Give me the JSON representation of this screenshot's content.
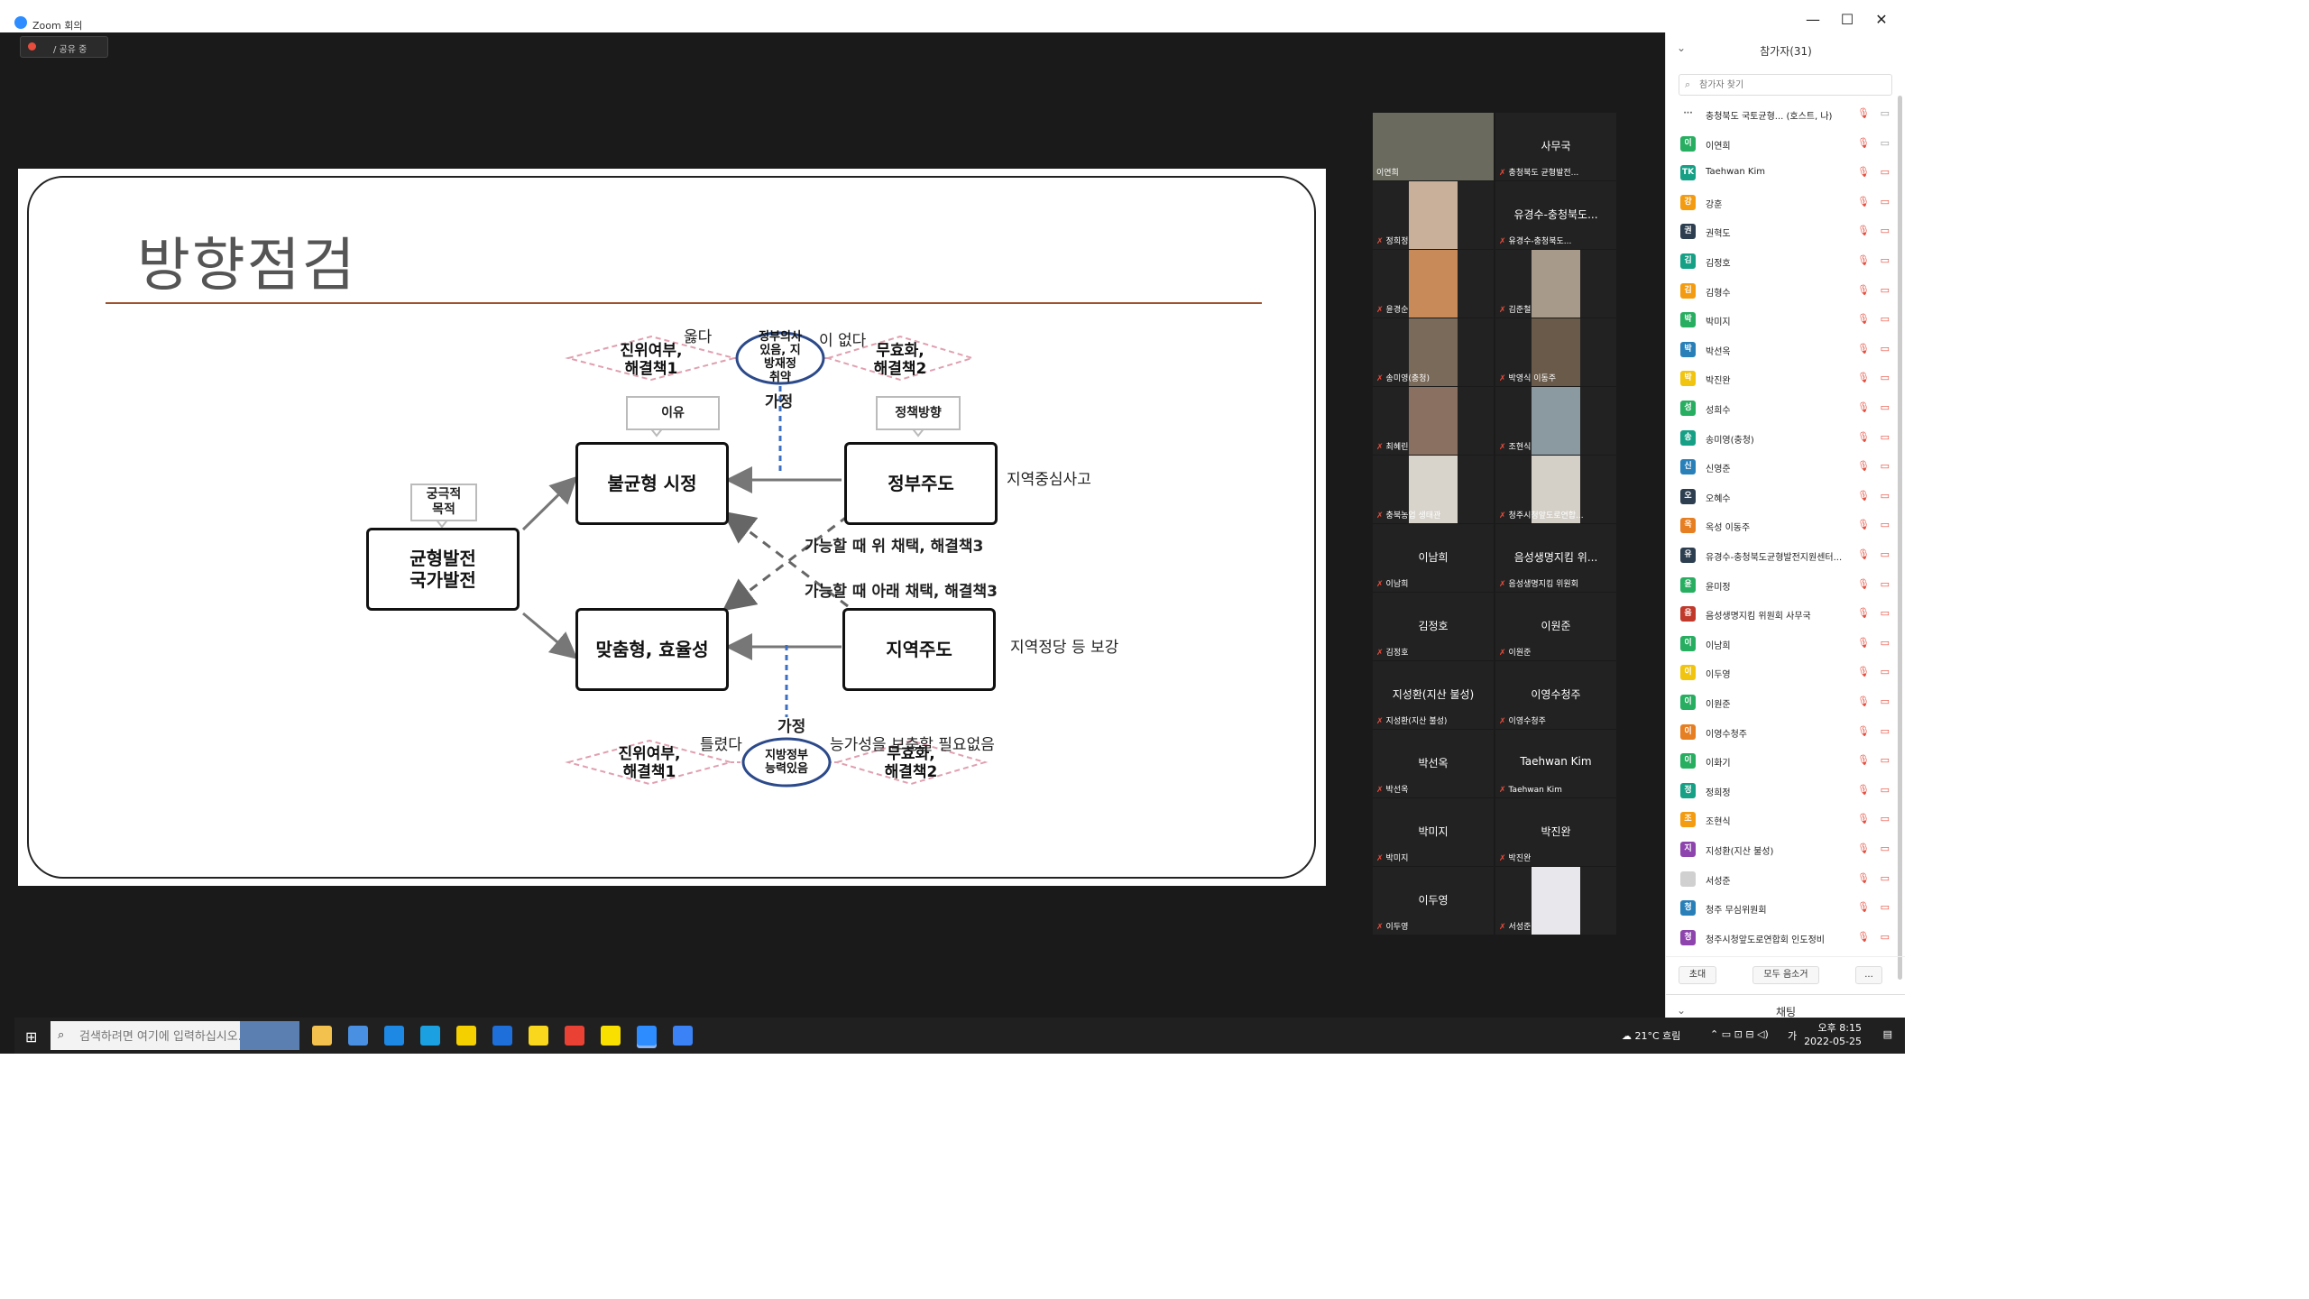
{
  "window": {
    "title": "Zoom 회의",
    "min": "—",
    "max": "☐",
    "close": "✕"
  },
  "share_bar": {
    "label": "/ 공유 중"
  },
  "slide": {
    "title": "방향점검",
    "nodes": {
      "balanced": "균형발전\n국가발전",
      "imbalance": "불균형 시정",
      "government": "정부주도",
      "tailored": "맞춤형, 효율성",
      "regional": "지역주도"
    },
    "callouts": {
      "ultimate": "궁극적\n목적",
      "reason": "이유",
      "policy": "정책방향"
    },
    "diamonds": {
      "top_left": "진위여부,\n해결책1",
      "top_right": "무효화,\n해결책2",
      "bottom_left": "진위여부,\n해결책1",
      "bottom_right": "무효화,\n해결책2"
    },
    "ellipses": {
      "top": "정부의사\n있음, 지\n방재정\n취약",
      "bottom": "지방정부\n능력있음"
    },
    "notes": {
      "top_small": "옳다",
      "top_small2": "이 없다",
      "top_assume": "가정",
      "gov_note": "지역중심사고",
      "regional_note": "지역정당 등 보강",
      "solve_up": "가능할 때 위 채택,   해결책3",
      "solve_down": "가능할 때 아래 채택, 해결책3",
      "bottom_assume": "가정",
      "wrong": "틀렸다",
      "bottom_note": "능가성을 보충할 필요없음"
    }
  },
  "gallery": [
    {
      "name": "",
      "label": "이연희",
      "muted": false,
      "active": true,
      "photo": "#6a6a5e"
    },
    {
      "name": "사무국",
      "label": "충청북도 균형발전...",
      "muted": true,
      "active": false,
      "photo": ""
    },
    {
      "name": "",
      "label": "정희정",
      "muted": true,
      "active": false,
      "photo": "#c9b09a"
    },
    {
      "name": "유경수-충청북도...",
      "label": "유경수-충청북도...",
      "muted": true,
      "active": false,
      "photo": ""
    },
    {
      "name": "",
      "label": "윤경순",
      "muted": true,
      "active": false,
      "photo": "#c98a5a"
    },
    {
      "name": "",
      "label": "김준철",
      "muted": true,
      "active": false,
      "photo": "#a89a8a"
    },
    {
      "name": "",
      "label": "송미영(충청)",
      "muted": true,
      "active": false,
      "photo": "#7a6a5a"
    },
    {
      "name": "",
      "label": "박영식 이동주",
      "muted": true,
      "active": false,
      "photo": "#6a5a4a"
    },
    {
      "name": "",
      "label": "최혜린",
      "muted": true,
      "active": false,
      "photo": "#8a7060"
    },
    {
      "name": "",
      "label": "조현식",
      "muted": true,
      "active": false,
      "photo": "#8a9aa0"
    },
    {
      "name": "",
      "label": "충북농업 생태관",
      "muted": true,
      "active": false,
      "photo": "#d8d4cc"
    },
    {
      "name": "",
      "label": "청주시청앞도로연합...",
      "muted": true,
      "active": false,
      "photo": "#d4d0c8"
    },
    {
      "name": "이남희",
      "label": "이남희",
      "muted": true,
      "active": false,
      "photo": ""
    },
    {
      "name": "음성생명지킴 위...",
      "label": "음성생명지킴 위원회",
      "muted": true,
      "active": false,
      "photo": ""
    },
    {
      "name": "김정호",
      "label": "김정호",
      "muted": true,
      "active": false,
      "photo": ""
    },
    {
      "name": "이원준",
      "label": "이원준",
      "muted": true,
      "active": false,
      "photo": ""
    },
    {
      "name": "지성환(지산 불성)",
      "label": "지성환(지산 불성)",
      "muted": true,
      "active": false,
      "photo": ""
    },
    {
      "name": "이영수청주",
      "label": "이영수청주",
      "muted": true,
      "active": false,
      "photo": ""
    },
    {
      "name": "박선옥",
      "label": "박선옥",
      "muted": true,
      "active": false,
      "photo": ""
    },
    {
      "name": "Taehwan Kim",
      "label": "Taehwan Kim",
      "muted": true,
      "active": false,
      "photo": ""
    },
    {
      "name": "박미지",
      "label": "박미지",
      "muted": true,
      "active": false,
      "photo": ""
    },
    {
      "name": "박진완",
      "label": "박진완",
      "muted": true,
      "active": false,
      "photo": ""
    },
    {
      "name": "이두영",
      "label": "이두영",
      "muted": true,
      "active": false,
      "photo": ""
    },
    {
      "name": "",
      "label": "서성준",
      "muted": true,
      "active": false,
      "photo": "#e8e8ec"
    }
  ],
  "participants_panel": {
    "title": "참가자(31)",
    "search_placeholder": "참가자 찾기",
    "items": [
      {
        "initial": "···",
        "name": "충청북도 국토균형... (호스트, 나)",
        "color": "#ffffff",
        "text": "#555",
        "video": "on"
      },
      {
        "initial": "이",
        "name": "이연희",
        "color": "#27ae60",
        "text": "#fff",
        "video": "on"
      },
      {
        "initial": "TK",
        "name": "Taehwan Kim",
        "color": "#16a085",
        "text": "#fff",
        "video": "off"
      },
      {
        "initial": "강",
        "name": "강훈",
        "color": "#f39c12",
        "text": "#fff",
        "video": "off"
      },
      {
        "initial": "권",
        "name": "권혁도",
        "color": "#2c3e50",
        "text": "#fff",
        "video": "off"
      },
      {
        "initial": "김",
        "name": "김정호",
        "color": "#16a085",
        "text": "#fff",
        "video": "off"
      },
      {
        "initial": "김",
        "name": "김형수",
        "color": "#f39c12",
        "text": "#fff",
        "video": "off"
      },
      {
        "initial": "박",
        "name": "박미지",
        "color": "#27ae60",
        "text": "#fff",
        "video": "off"
      },
      {
        "initial": "박",
        "name": "박선옥",
        "color": "#2980b9",
        "text": "#fff",
        "video": "off"
      },
      {
        "initial": "박",
        "name": "박진완",
        "color": "#f1c40f",
        "text": "#fff",
        "video": "off"
      },
      {
        "initial": "성",
        "name": "성희수",
        "color": "#27ae60",
        "text": "#fff",
        "video": "off"
      },
      {
        "initial": "송",
        "name": "송미영(충청)",
        "color": "#16a085",
        "text": "#fff",
        "video": "off"
      },
      {
        "initial": "신",
        "name": "신영준",
        "color": "#2980b9",
        "text": "#fff",
        "video": "off"
      },
      {
        "initial": "오",
        "name": "오혜수",
        "color": "#2c3e50",
        "text": "#fff",
        "video": "off"
      },
      {
        "initial": "옥",
        "name": "옥성 이동주",
        "color": "#e67e22",
        "text": "#fff",
        "video": "off"
      },
      {
        "initial": "유",
        "name": "유경수-충청북도균형발전지원센터...",
        "color": "#2c3e50",
        "text": "#fff",
        "video": "off"
      },
      {
        "initial": "윤",
        "name": "윤미정",
        "color": "#27ae60",
        "text": "#fff",
        "video": "off"
      },
      {
        "initial": "음",
        "name": "음성생명지킴 위원회 사무국",
        "color": "#c0392b",
        "text": "#fff",
        "video": "off"
      },
      {
        "initial": "이",
        "name": "이남희",
        "color": "#27ae60",
        "text": "#fff",
        "video": "off"
      },
      {
        "initial": "이",
        "name": "이두영",
        "color": "#f1c40f",
        "text": "#fff",
        "video": "off"
      },
      {
        "initial": "이",
        "name": "이원준",
        "color": "#27ae60",
        "text": "#fff",
        "video": "off"
      },
      {
        "initial": "이",
        "name": "이영수청주",
        "color": "#e67e22",
        "text": "#fff",
        "video": "off"
      },
      {
        "initial": "이",
        "name": "이화기",
        "color": "#27ae60",
        "text": "#fff",
        "video": "off"
      },
      {
        "initial": "정",
        "name": "정희정",
        "color": "#16a085",
        "text": "#fff",
        "video": "off"
      },
      {
        "initial": "조",
        "name": "조현식",
        "color": "#f39c12",
        "text": "#fff",
        "video": "off"
      },
      {
        "initial": "지",
        "name": "지성환(지산 불성)",
        "color": "#8e44ad",
        "text": "#fff",
        "video": "off"
      },
      {
        "initial": "",
        "name": "서성준",
        "color": "#d0d0d0",
        "text": "#fff",
        "video": "off"
      },
      {
        "initial": "청",
        "name": "청주 무심위원회",
        "color": "#2980b9",
        "text": "#fff",
        "video": "off"
      },
      {
        "initial": "청",
        "name": "청주시청앞도로연합회 인도정비",
        "color": "#8e44ad",
        "text": "#fff",
        "video": "off"
      }
    ],
    "footer": {
      "invite": "초대",
      "mute_all": "모두 음소거",
      "more": "..."
    },
    "chat_title": "채팅"
  },
  "taskbar": {
    "search_placeholder": "검색하려면 여기에 입력하십시오.",
    "weather": "21°C 흐림",
    "ime": "가",
    "time": "오후 8:15",
    "date": "2022-05-25",
    "apps": [
      {
        "name": "file-explorer-app",
        "color": "#f2c14e"
      },
      {
        "name": "store-app",
        "color": "#4a90e2"
      },
      {
        "name": "mail-app",
        "color": "#1e88e5"
      },
      {
        "name": "edge-app",
        "color": "#1ba1e2"
      },
      {
        "name": "chat-app",
        "color": "#f5d000"
      },
      {
        "name": "ie-app",
        "color": "#1e6fd9"
      },
      {
        "name": "notes-app",
        "color": "#f9d71c"
      },
      {
        "name": "chrome-app",
        "color": "#e94235"
      },
      {
        "name": "kakaotalk-app",
        "color": "#f9e000"
      },
      {
        "name": "zoom-app",
        "color": "#2d8cff"
      },
      {
        "name": "photos-app",
        "color": "#3b82f6"
      }
    ]
  }
}
